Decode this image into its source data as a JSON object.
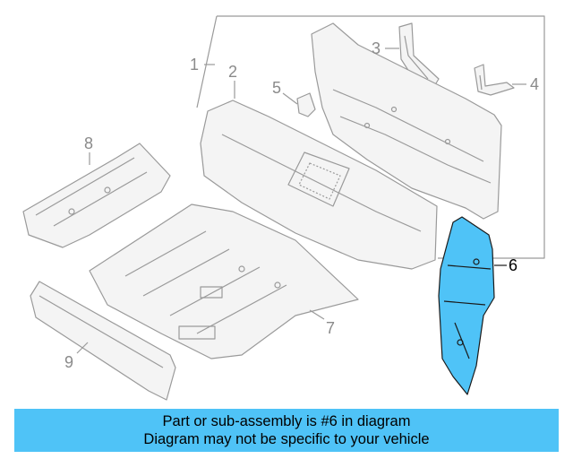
{
  "callouts": {
    "c1": "1",
    "c2": "2",
    "c3": "3",
    "c4": "4",
    "c5": "5",
    "c6": "6",
    "c7": "7",
    "c8": "8",
    "c9": "9"
  },
  "colors": {
    "line": "#9a9a9a",
    "fill": "#f4f4f4",
    "highlight": "#4fc3f7",
    "highlight_stroke": "#1a1a1a",
    "callout_muted": "#8a8a8a",
    "callout_active": "#000000"
  },
  "banner": {
    "line1": "Part or sub-assembly is #6 in diagram",
    "line2": "Diagram may not be specific to your vehicle"
  }
}
